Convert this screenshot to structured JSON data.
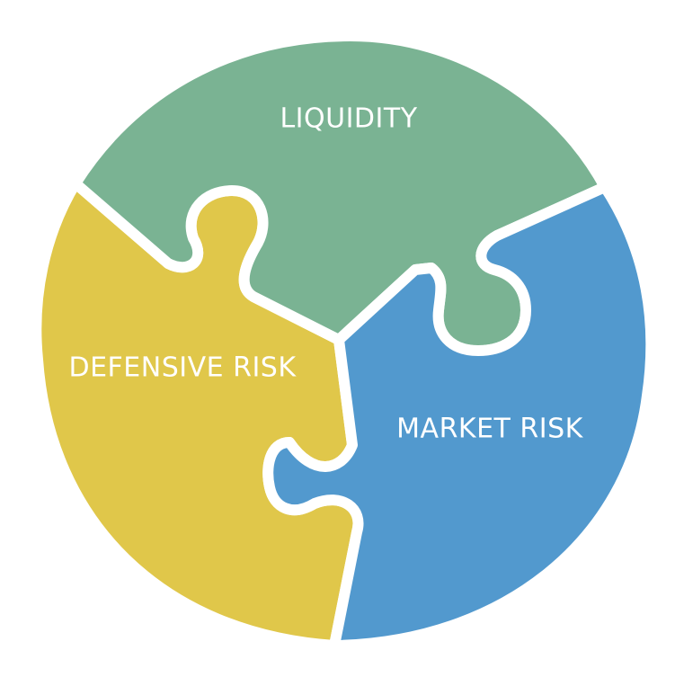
{
  "pieces": [
    {
      "label": "LIQUIDITY",
      "color": "#7ab393"
    },
    {
      "label": "DEFENSIVE RISK",
      "color": "#e0c74a"
    },
    {
      "label": "MARKET RISK",
      "color": "#5299ce"
    }
  ]
}
